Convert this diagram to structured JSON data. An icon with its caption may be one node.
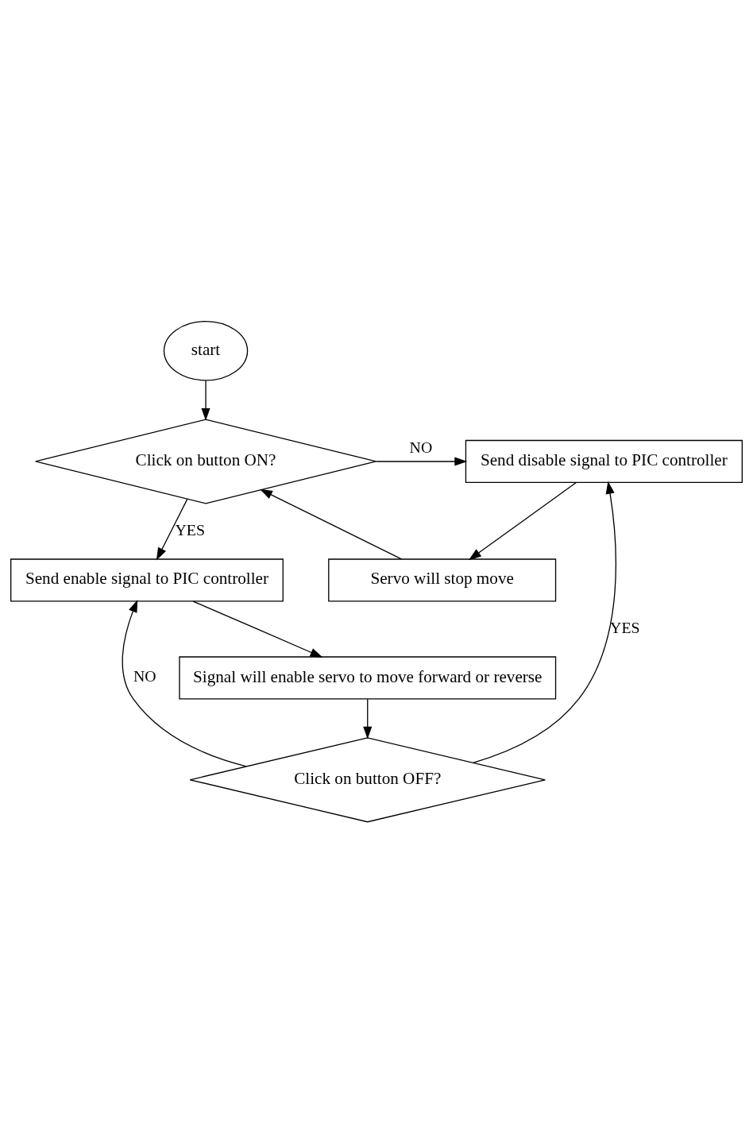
{
  "diagram": {
    "nodes": [
      {
        "text": [
          "start"
        ]
      },
      {
        "text": [
          "Servo will stop move"
        ]
      },
      {
        "text": [
          "Click on button ON?"
        ]
      },
      {
        "text": [
          "Send disable signal to PIC controller"
        ]
      },
      {
        "text": [
          "Send enable signal to PIC controller"
        ]
      },
      {
        "text": [
          "Signal will enable servo to move forward or reverse"
        ]
      },
      {
        "text": [
          "Click on button OFF?"
        ]
      }
    ],
    "edges": [
      {
        "from": 0,
        "to": 2,
        "arrow": "to"
      },
      {
        "from": 1,
        "to": 2,
        "arrow": "to"
      },
      {
        "from": 2,
        "to": 3,
        "arrow": "to",
        "label": "NO"
      },
      {
        "from": 3,
        "to": 1,
        "arrow": "to"
      },
      {
        "from": 2,
        "to": 4,
        "arrow": "to",
        "label": "YES"
      },
      {
        "from": 4,
        "to": 5,
        "arrow": "to"
      },
      {
        "from": 5,
        "to": 6,
        "arrow": "to"
      },
      {
        "from": 6,
        "to": 4,
        "arrow": "to",
        "label": "NO"
      },
      {
        "from": 6,
        "to": 3,
        "arrow": "to",
        "label": "YES"
      }
    ]
  }
}
